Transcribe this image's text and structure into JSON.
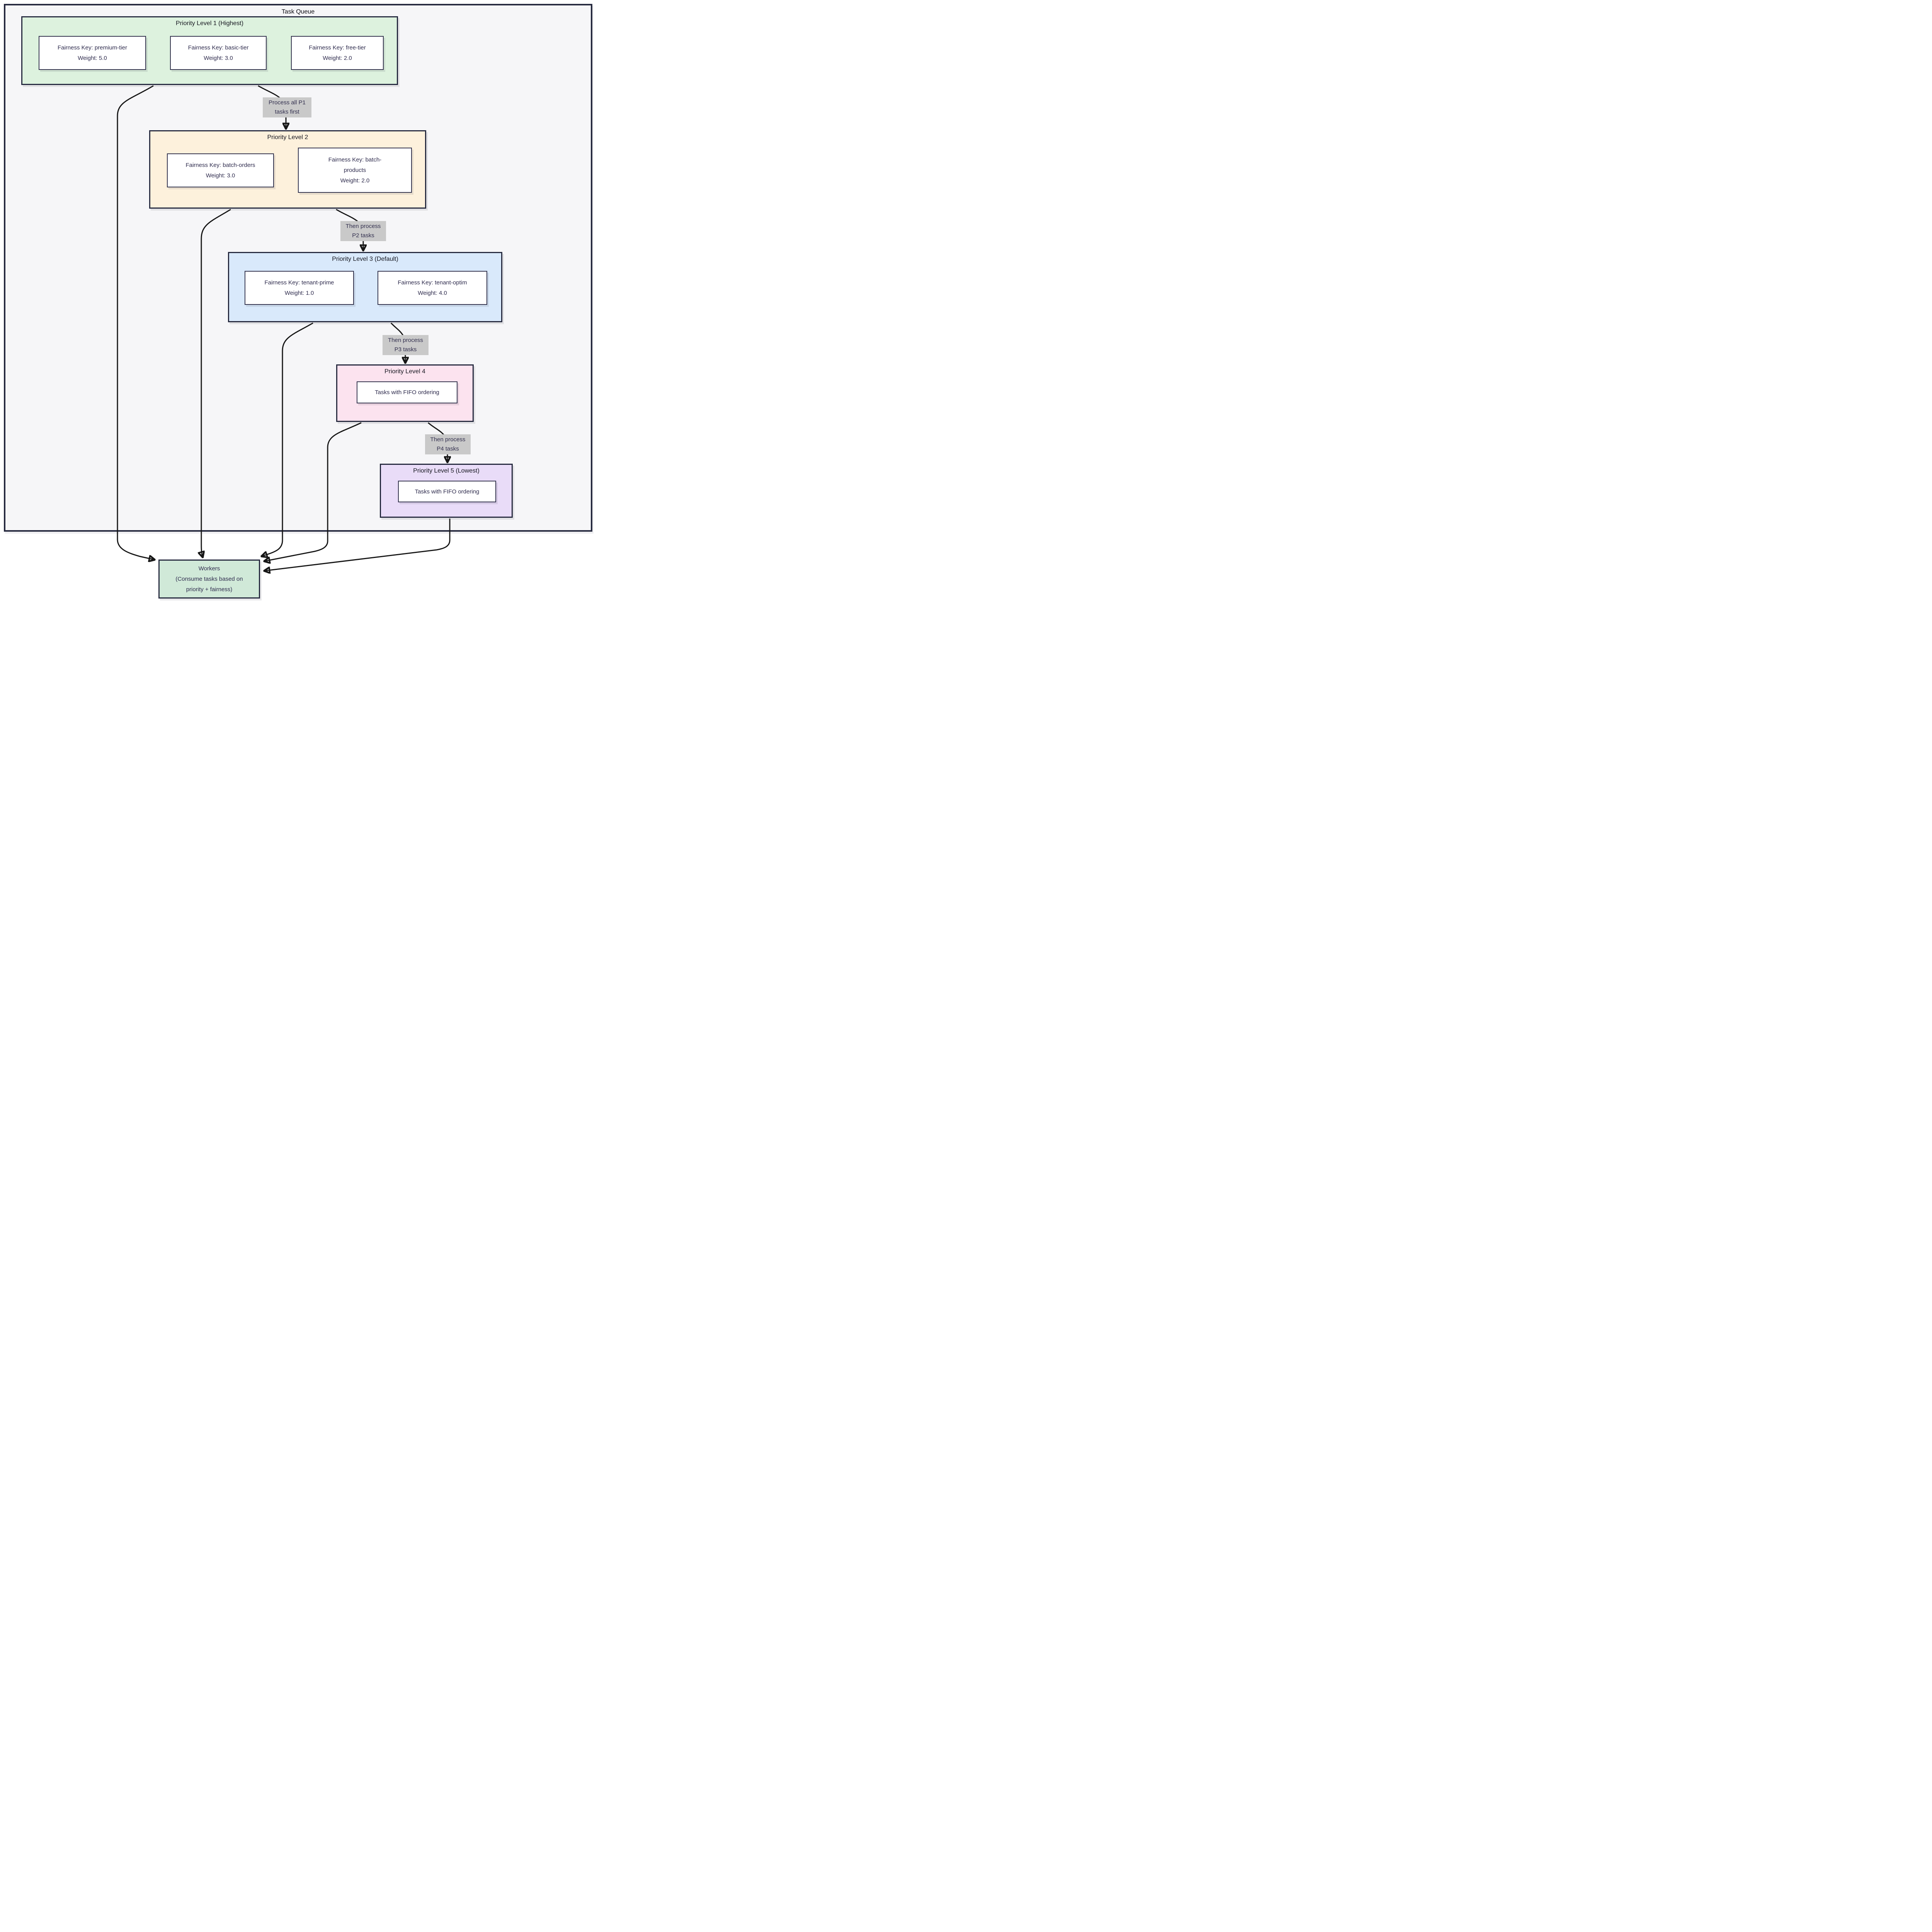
{
  "diagram": {
    "title": "Task Queue",
    "priority_levels": [
      {
        "label": "Priority Level 1 (Highest)",
        "nodes": [
          {
            "lines": [
              "Fairness Key: premium-tier",
              "Weight: 5.0"
            ]
          },
          {
            "lines": [
              "Fairness Key: basic-tier",
              "Weight: 3.0"
            ]
          },
          {
            "lines": [
              "Fairness Key: free-tier",
              "Weight: 2.0"
            ]
          }
        ]
      },
      {
        "label": "Priority Level 2",
        "nodes": [
          {
            "lines": [
              "Fairness Key: batch-orders",
              "Weight: 3.0"
            ]
          },
          {
            "lines": [
              "Fairness Key: batch-",
              "products",
              "Weight: 2.0"
            ]
          }
        ]
      },
      {
        "label": "Priority Level 3 (Default)",
        "nodes": [
          {
            "lines": [
              "Fairness Key: tenant-prime",
              "Weight: 1.0"
            ]
          },
          {
            "lines": [
              "Fairness Key: tenant-optim",
              "Weight: 4.0"
            ]
          }
        ]
      },
      {
        "label": "Priority Level 4",
        "nodes": [
          {
            "lines": [
              "Tasks with FIFO ordering"
            ]
          }
        ]
      },
      {
        "label": "Priority Level 5 (Lowest)",
        "nodes": [
          {
            "lines": [
              "Tasks with FIFO ordering"
            ]
          }
        ]
      }
    ],
    "workers_node": {
      "lines": [
        "Workers",
        "(Consume tasks based on",
        "priority + fairness)"
      ]
    },
    "edge_labels": [
      {
        "lines": [
          "Process all P1",
          "tasks first"
        ]
      },
      {
        "lines": [
          "Then process",
          "P2 tasks"
        ]
      },
      {
        "lines": [
          "Then process",
          "P3 tasks"
        ]
      },
      {
        "lines": [
          "Then process",
          "P4 tasks"
        ]
      }
    ],
    "colors": {
      "container_fill": "#f6f6f8",
      "container_border": "#272b40",
      "p1_fill": "#ddf2de",
      "p2_fill": "#fdf1dc",
      "p3_fill": "#d9e9fb",
      "p4_fill": "#fce3ef",
      "p5_fill": "#e9dcf8",
      "workers_fill": "#d0e9d8",
      "node_fill": "#ffffff",
      "node_border": "#33334d",
      "edge_color": "#161616",
      "edge_label_bg": "#c9c9c9",
      "text_color": "#2e2b4d"
    }
  }
}
